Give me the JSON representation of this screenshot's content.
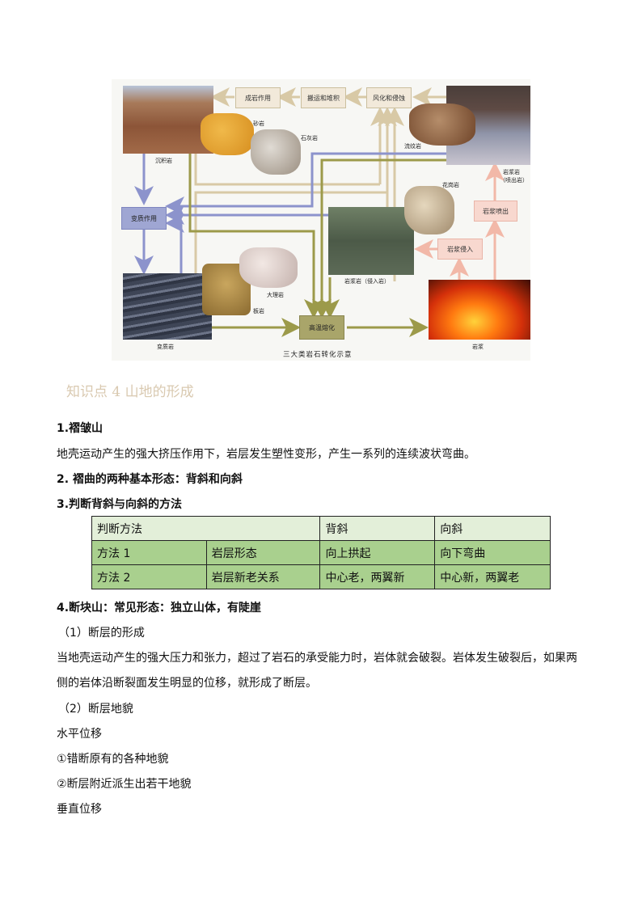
{
  "figure": {
    "caption": "三大类岩石转化示意",
    "process_boxes": {
      "diagenesis": "成岩作用",
      "transport_deposition": "搬运和堆积",
      "weathering_erosion": "风化和侵蚀",
      "metamorphism": "变质作用",
      "melting": "高温熔化",
      "magma_eruption": "岩浆喷出",
      "magma_intrusion": "岩浆侵入"
    },
    "labels": {
      "sedimentary": "沉积岩",
      "sandstone": "砂岩",
      "limestone": "石灰岩",
      "rhyolite": "流纹岩",
      "extrusive_line1": "岩浆岩",
      "extrusive_line2": "（喷出岩）",
      "granite": "花岗岩",
      "intrusive": "岩浆岩（侵入岩）",
      "marble": "大理岩",
      "slate": "板岩",
      "metamorphic": "变质岩",
      "magma": "岩浆"
    },
    "colors": {
      "tan_arrow": "#d8c9a6",
      "blue_arrow": "#8c93cc",
      "olive_arrow": "#9c9a4a",
      "pink_arrow": "#f2b8a8"
    }
  },
  "section_heading": "知识点 4  山地的形成",
  "items": {
    "h1": "1.褶皱山",
    "p1": "地壳运动产生的强大挤压作用下，岩层发生塑性变形，产生一系列的连续波状弯曲。",
    "h2": "2.  褶曲的两种基本形态：背斜和向斜",
    "h3": "3.判断背斜与向斜的方法",
    "h4": "4.断块山：常见形态：独立山体，有陡崖",
    "sub1": "（1）断层的形成",
    "p2_line1": "当地壳运动产生的强大压力和张力，超过了岩石的承受能力时，岩体就会破裂。岩体发生破裂后，如果两",
    "p2_line2": "侧的岩体沿断裂面发生明显的位移，就形成了断层。",
    "sub2": "（2）断层地貌",
    "horizontal": "水平位移",
    "point1": "①错断原有的各种地貌",
    "point2": "②断层附近派生出若干地貌",
    "vertical": "垂直位移"
  },
  "table": {
    "header": [
      "判断方法",
      "背斜",
      "向斜"
    ],
    "rows": [
      [
        "方法 1",
        "岩层形态",
        "向上拱起",
        "向下弯曲"
      ],
      [
        "方法 2",
        "岩层新老关系",
        "中心老，两翼新",
        "中心新，两翼老"
      ]
    ]
  }
}
